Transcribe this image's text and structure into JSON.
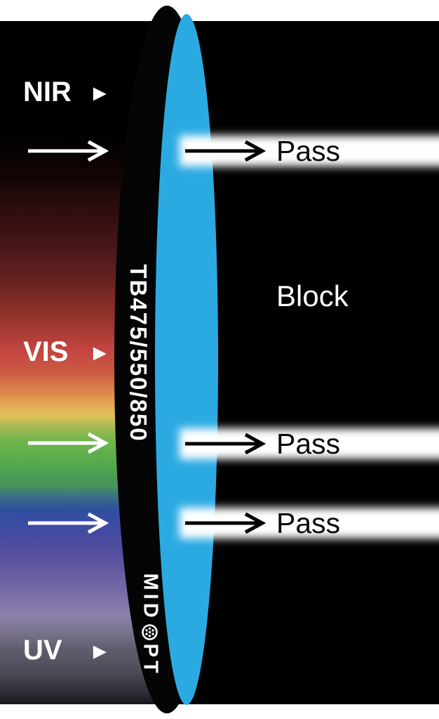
{
  "filter": {
    "model": "TB475/550/850",
    "brand_prefix": "MID",
    "brand_suffix": "PT",
    "lens_color": "#2BAAE2",
    "ring_color": "#050505"
  },
  "spectrum": {
    "labels": [
      {
        "name": "NIR"
      },
      {
        "name": "VIS"
      },
      {
        "name": "UV"
      }
    ],
    "stops": [
      {
        "pct": 0,
        "color": "#000000"
      },
      {
        "pct": 16.4,
        "color": "#000000"
      },
      {
        "pct": 22.6,
        "color": "#120404"
      },
      {
        "pct": 27.7,
        "color": "#2d0d0e"
      },
      {
        "pct": 32.9,
        "color": "#47161a"
      },
      {
        "pct": 38.0,
        "color": "#66231f"
      },
      {
        "pct": 43.2,
        "color": "#93332c"
      },
      {
        "pct": 48.3,
        "color": "#c44540"
      },
      {
        "pct": 51.4,
        "color": "#cc5a43"
      },
      {
        "pct": 54.5,
        "color": "#dd8a4c"
      },
      {
        "pct": 56.3,
        "color": "#e3ad56"
      },
      {
        "pct": 57.8,
        "color": "#dfc05c"
      },
      {
        "pct": 59.3,
        "color": "#a8bb52"
      },
      {
        "pct": 61.3,
        "color": "#72b54e"
      },
      {
        "pct": 64.7,
        "color": "#54aa4b"
      },
      {
        "pct": 68.0,
        "color": "#47945c"
      },
      {
        "pct": 69.6,
        "color": "#3b6f86"
      },
      {
        "pct": 71.6,
        "color": "#2f4f9f"
      },
      {
        "pct": 73.7,
        "color": "#3c4ba3"
      },
      {
        "pct": 75.9,
        "color": "#4a4ba0"
      },
      {
        "pct": 78.3,
        "color": "#5850a0"
      },
      {
        "pct": 81.4,
        "color": "#6b5fa3"
      },
      {
        "pct": 84.5,
        "color": "#7e70a8"
      },
      {
        "pct": 87.0,
        "color": "#8c80ab"
      },
      {
        "pct": 89.6,
        "color": "#77718a"
      },
      {
        "pct": 92.2,
        "color": "#5f5b6b"
      },
      {
        "pct": 95.3,
        "color": "#4e4b58"
      },
      {
        "pct": 98.4,
        "color": "#2e2c35"
      },
      {
        "pct": 100,
        "color": "#17161c"
      }
    ]
  },
  "annotations": {
    "pass_rows": [
      {
        "label": "Pass"
      },
      {
        "label": "Pass"
      },
      {
        "label": "Pass"
      }
    ],
    "block_label": "Block"
  }
}
